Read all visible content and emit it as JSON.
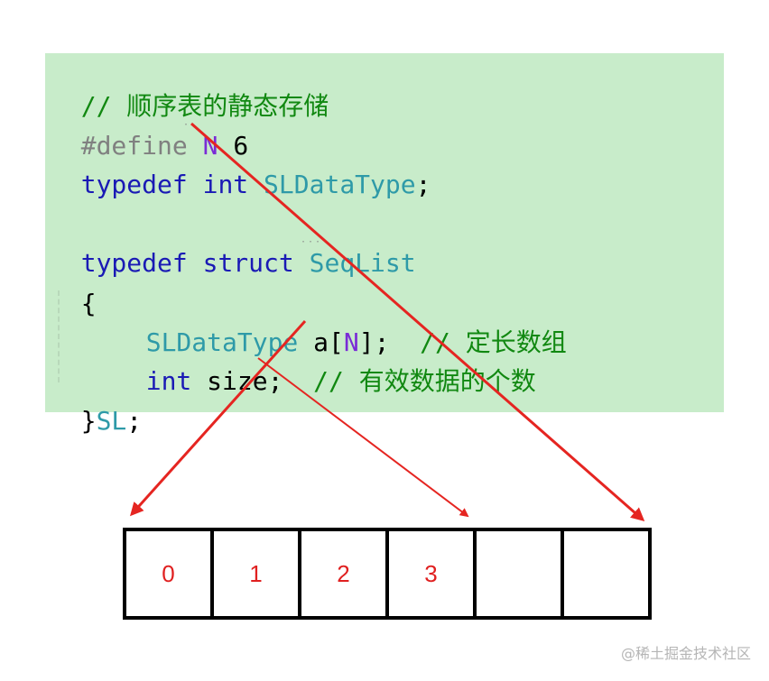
{
  "code": {
    "comment_line": "// 顺序表的静态存储",
    "define_directive": "#define",
    "define_name": "N",
    "define_value": "6",
    "typedef_kw": "typedef",
    "int_kw": "int",
    "typedef_type": "SLDataType",
    "semicolon": ";",
    "struct_kw": "struct",
    "struct_name": "SeqList",
    "open_brace": "{",
    "field1_type": "SLDataType",
    "field1_name": "a[",
    "field1_size": "N",
    "field1_end": "];",
    "field1_comment": "// 定长数组",
    "field2_type": "int",
    "field2_name": "size;",
    "field2_comment": "// 有效数据的个数",
    "close_brace": "}",
    "alias": "SL",
    "alias_end": ";"
  },
  "array_cells": [
    "0",
    "1",
    "2",
    "3",
    "",
    ""
  ],
  "colors": {
    "panel_background": "#c8ecca",
    "arrow": "#e52521",
    "cell_text": "#e02020"
  },
  "watermark": "@稀土掘金技术社区"
}
